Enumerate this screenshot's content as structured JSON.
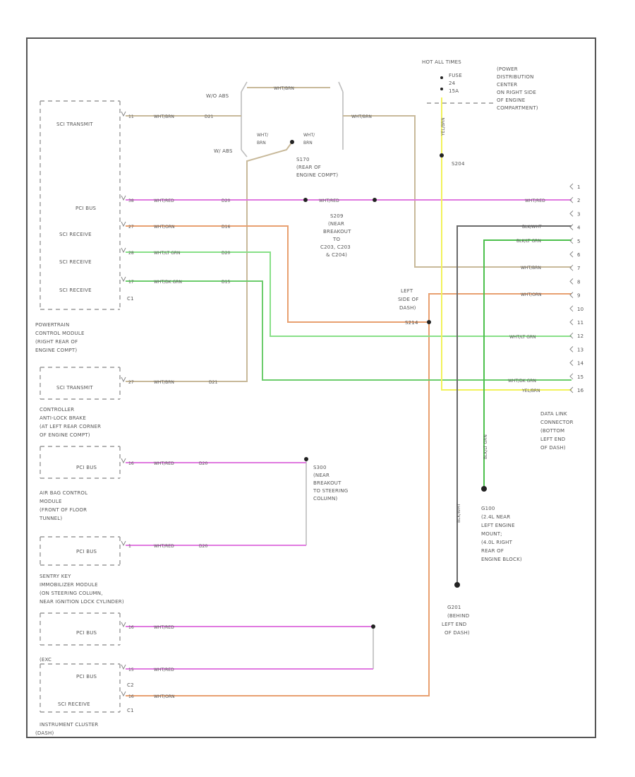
{
  "colors": {
    "white_brn": "#c8b99a",
    "white_red": "#e07ae0",
    "white_orn": "#e8a070",
    "white_lt_grn": "#88e088",
    "white_dk_grn": "#6ccc6c",
    "yel_brn": "#f2f25a",
    "blk_lt_grn": "#4cc04c",
    "blk_wht": "#6a6a6a",
    "frame": "#555555"
  },
  "hot_label": "HOT ALL TIMES",
  "fuse": [
    "FUSE",
    "24",
    "15A"
  ],
  "pdc_label": [
    "(POWER",
    "DISTRIBUTION",
    "CENTER",
    "ON RIGHT SIDE",
    "OF ENGINE",
    "COMPARTMENT)"
  ],
  "splices": {
    "s204": "S204",
    "s170": [
      "S170",
      "(REAR OF",
      "ENGINE COMPT)"
    ],
    "s209": [
      "S209",
      "(NEAR",
      "BREAKOUT",
      "TO",
      "C203, C203",
      "& C204)"
    ],
    "s214": [
      "LEFT",
      "SIDE OF",
      "DASH)",
      "S214"
    ],
    "s300": [
      "S300",
      "(NEAR",
      "BREAKOUT",
      "TO STEERING",
      "COLUMN)"
    ]
  },
  "variants": {
    "wo_abs": "W/O ABS",
    "w_abs": "W/ ABS"
  },
  "circuits": {
    "d21": "D21",
    "d20": "D20",
    "d16": "D16",
    "d15": "D15"
  },
  "wire_labels": {
    "wht_brn": "WHT/BRN",
    "wht_red": "WHT/RED",
    "wht_orn": "WHT/ORN",
    "wht_lt_grn": "WHT/LT GRN",
    "wht_dk_grn": "WHT/DK GRN",
    "yel_brn": "YEL/BRN",
    "yel_brn_vert": "YEL/BRN",
    "blk_lt_grn": "BLK/LT GRN",
    "blk_wht": "BLK/WHT",
    "wht_brn_a": "WHT/\nBRN",
    "wht_a": "WHT/",
    "brn_a": "BRN"
  },
  "pcm": {
    "pins": [
      "SCI TRANSMIT",
      "PCI BUS",
      "SCI RECEIVE",
      "SCI RECEIVE",
      "SCI RECEIVE"
    ],
    "pin_nums": [
      "11",
      "38",
      "27",
      "28",
      "17"
    ],
    "connector": "C1",
    "name": [
      "POWERTRAIN",
      "CONTROL MODULE",
      "(RIGHT REAR OF",
      "ENGINE COMPT)"
    ]
  },
  "abs": {
    "pin": "SCI TRANSMIT",
    "pin_num": "27",
    "name": [
      "CONTROLLER",
      "ANTI-LOCK BRAKE",
      "(AT LEFT REAR CORNER",
      "OF ENGINE COMPT)"
    ]
  },
  "acm": {
    "pins": [
      "PCI BUS",
      "PCI BUS"
    ],
    "pin_nums": [
      "16",
      "1"
    ],
    "name": [
      "AIR BAG CONTROL",
      "MODULE",
      "(FRONT OF FLOOR",
      "TUNNEL)"
    ]
  },
  "skim": {
    "pin": "PCI BUS",
    "pin_num": "16",
    "name": [
      "SENTRY KEY",
      "IMMOBILIZER MODULE",
      "(ON STEERING COLUMN,",
      "NEAR IGNITION LOCK CYLINDER)"
    ]
  },
  "cluster": {
    "pins": [
      "PCI BUS",
      "SCI RECEIVE"
    ],
    "pin_nums": [
      "15",
      "16"
    ],
    "connectors": [
      "C2",
      "C1"
    ],
    "prefix": "(EXC",
    "name": [
      "INSTRUMENT CLUSTER",
      "(DASH)"
    ]
  },
  "dlc": {
    "pins": [
      "1",
      "2",
      "3",
      "4",
      "5",
      "6",
      "7",
      "8",
      "9",
      "10",
      "11",
      "12",
      "13",
      "14",
      "15",
      "16"
    ],
    "name": [
      "DATA LINK",
      "CONNECTOR",
      "(BOTTOM",
      "LEFT END",
      "OF DASH)"
    ]
  },
  "grounds": {
    "g100": [
      "G100",
      "(2.4L NEAR",
      "LEFT ENGINE",
      "MOUNT;",
      "(4.0L RIGHT",
      "REAR OF",
      "ENGINE BLOCK)"
    ],
    "g201": [
      "G201",
      "(BEHIND",
      "LEFT END",
      "OF DASH)"
    ]
  }
}
